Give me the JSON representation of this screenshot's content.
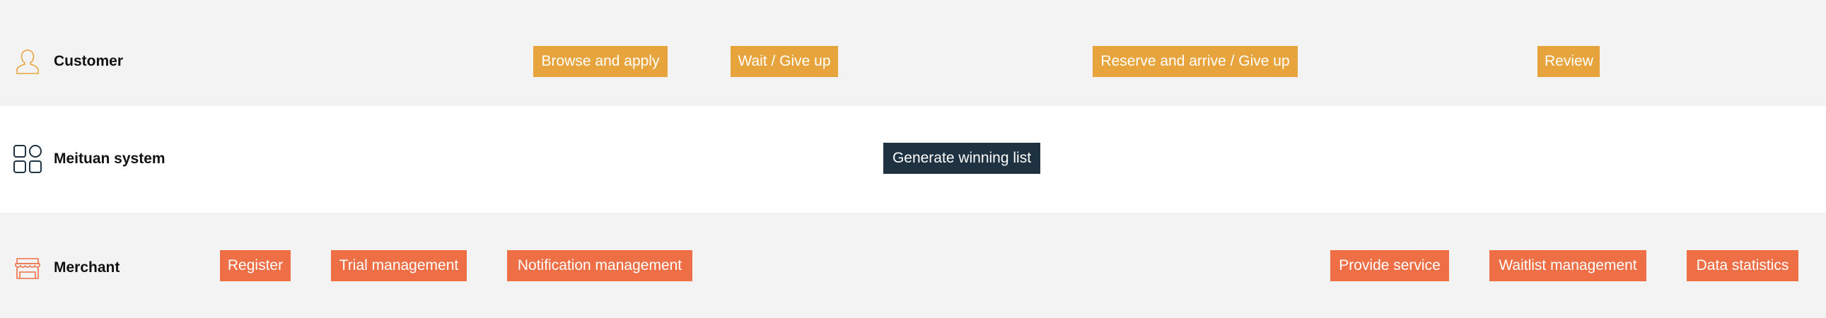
{
  "lanes": {
    "customer": {
      "label": "Customer",
      "icon": "person-icon",
      "color": "#e8a43c",
      "steps": [
        "Browse and apply",
        "Wait / Give up",
        "Reserve and arrive / Give up",
        "Review"
      ]
    },
    "system": {
      "label": "Meituan system",
      "icon": "apps-grid-icon",
      "color": "#1e3242",
      "steps": [
        "Generate winning list"
      ]
    },
    "merchant": {
      "label": "Merchant",
      "icon": "storefront-icon",
      "color": "#ee6f45",
      "steps": [
        "Register",
        "Trial management",
        "Notification management",
        "Provide service",
        "Waitlist management",
        "Data statistics"
      ]
    }
  },
  "colors": {
    "lane_alt_background": "#f3f3f3",
    "lane_background": "#ffffff"
  }
}
